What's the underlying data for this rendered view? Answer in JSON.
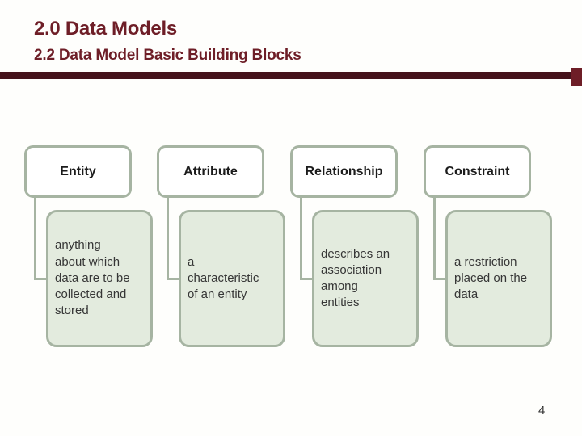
{
  "colors": {
    "heading": "#6e1e27",
    "rule": "#45121a",
    "rule_endcap": "#6e1e27",
    "box_border": "#a6b4a2",
    "desc_fill": "#e3ebde",
    "body_text": "#363636",
    "label_text": "#1c1c1c",
    "page_text": "#333333"
  },
  "slide": {
    "header": {
      "title": "2.0 Data Models",
      "subtitle": "2.2 Data Model Basic Building Blocks"
    },
    "page_number": "4",
    "diagram": {
      "type": "labeled-list-with-connectors",
      "columns": [
        {
          "title": "Entity",
          "description": "anything\nabout which\ndata are to be\ncollected and\nstored"
        },
        {
          "title": "Attribute",
          "description": "a\ncharacteristic\nof an entity"
        },
        {
          "title": "Relationship",
          "description": "describes an\nassociation\namong\nentities"
        },
        {
          "title": "Constraint",
          "description": "a restriction\nplaced on the\ndata"
        }
      ]
    }
  }
}
